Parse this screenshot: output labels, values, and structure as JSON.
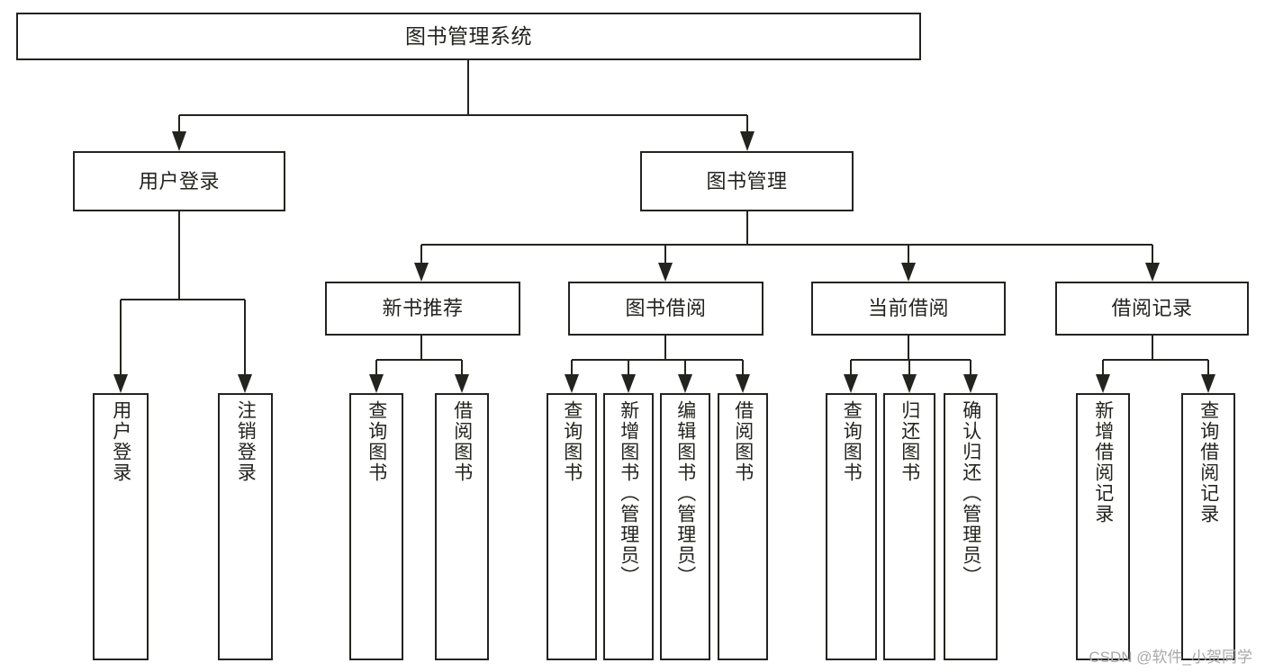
{
  "diagram": {
    "type": "tree-hierarchy-chart",
    "title": "图书管理系统",
    "colors": {
      "stroke": "#23241f",
      "fill": "#ffffff",
      "text": "#23241f",
      "watermark": "#a8a8a8"
    },
    "root": {
      "label": "图书管理系统"
    },
    "level2": [
      {
        "label": "用户登录"
      },
      {
        "label": "图书管理"
      }
    ],
    "level3": [
      {
        "label": "新书推荐"
      },
      {
        "label": "图书借阅"
      },
      {
        "label": "当前借阅"
      },
      {
        "label": "借阅记录"
      }
    ],
    "leaves": {
      "user_login": [
        {
          "label": "用户登录"
        },
        {
          "label": "注销登录"
        }
      ],
      "new_book_recommend": [
        {
          "label": "查询图书"
        },
        {
          "label": "借阅图书"
        }
      ],
      "book_borrow": [
        {
          "label": "查询图书"
        },
        {
          "label": "新增图书（管理员）"
        },
        {
          "label": "编辑图书（管理员）"
        },
        {
          "label": "借阅图书"
        }
      ],
      "current_borrow": [
        {
          "label": "查询图书"
        },
        {
          "label": "归还图书"
        },
        {
          "label": "确认归还（管理员）"
        }
      ],
      "borrow_record": [
        {
          "label": "新增借阅记录"
        },
        {
          "label": "查询借阅记录"
        }
      ]
    },
    "watermark": "CSDN @软件_小贺同学"
  }
}
